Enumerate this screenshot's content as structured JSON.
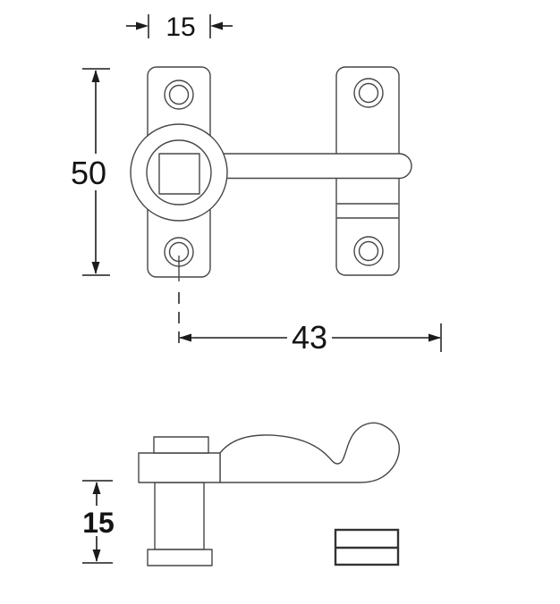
{
  "colors": {
    "background": "#ffffff",
    "part_outline": "#464646",
    "thick_outline": "#333333",
    "dimension_lines": "#1c1c1c",
    "label_text": "#141414"
  },
  "labels": {
    "top_width": "15",
    "left_height": "50",
    "horizontal_reach": "43",
    "side_height": "15"
  }
}
